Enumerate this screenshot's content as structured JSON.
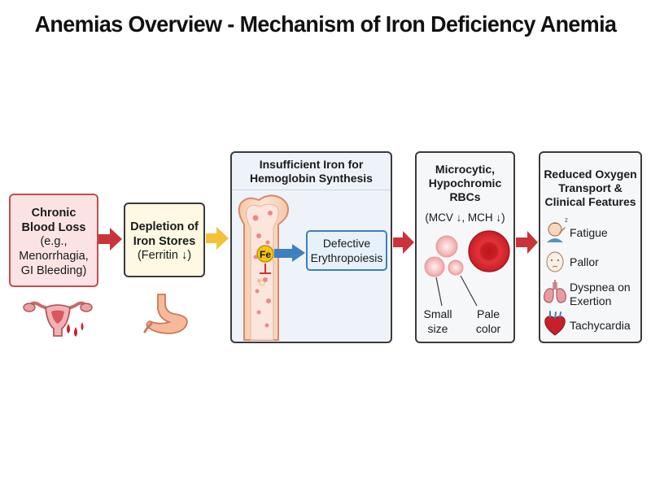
{
  "title": "Anemias Overview - Mechanism of Iron Deficiency Anemia",
  "step1": {
    "line1": "Chronic",
    "line2": "Blood Loss",
    "line3": "(e.g.,",
    "line4": "Menorrhagia,",
    "line5": "GI Bleeding)"
  },
  "step2": {
    "line1": "Depletion of",
    "line2": "Iron Stores",
    "line3": "(Ferritin ↓)"
  },
  "step3": {
    "line1": "Insufficient Iron for",
    "line2": "Hemoglobin Synthesis",
    "iron_symbol": "Fe",
    "result_line1": "Defective",
    "result_line2": "Erythropoiesis"
  },
  "step4": {
    "line1": "Microcytic,",
    "line2": "Hypochromic",
    "line3": "RBCs",
    "indices": "(MCV ↓, MCH ↓)",
    "label_small_1": "Small",
    "label_small_2": "size",
    "label_pale_1": "Pale",
    "label_pale_2": "color"
  },
  "step5": {
    "line1": "Reduced Oxygen",
    "line2": "Transport &",
    "line3": "Clinical Features",
    "features": [
      "Fatigue",
      "Pallor",
      "Dyspnea on",
      "Exertion",
      "Tachycardia"
    ]
  },
  "icons": {
    "step1": "uterus-icon",
    "step2": "stomach-icon",
    "step3": "bone-marrow-icon",
    "fatigue": "tired-person-icon",
    "pallor": "pale-face-icon",
    "dyspnea": "lungs-icon",
    "tachycardia": "heart-icon"
  },
  "colors": {
    "blood_loss_border": "#c94c50",
    "arrow_red": "#c8343a",
    "arrow_yellow": "#f2c23a",
    "arrow_blue": "#3e7fbf",
    "iron_gold": "#f5c518",
    "normal_rbc": "#d9262b",
    "pale_rbc": "#f4b6b6"
  }
}
